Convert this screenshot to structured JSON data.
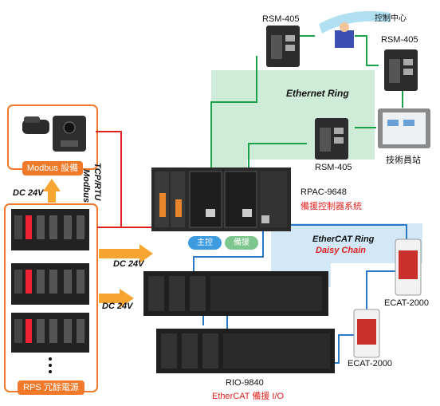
{
  "colors": {
    "orange": "#f07a2a",
    "ring_green": "#cdebd6",
    "ethercat_blue": "#cfe6f7",
    "green_line": "#1aa34a",
    "blue_line": "#2979c7",
    "red_line": "#e0201c"
  },
  "labels": {
    "control_center": "控制中心",
    "rsm_top_left": "RSM-405",
    "rsm_top_right": "RSM-405",
    "rsm_bottom": "RSM-405",
    "ethernet_ring": "Ethernet Ring",
    "operator_station": "技術員站",
    "rpac_model": "RPAC-9648",
    "rpac_desc": "備援控制器系統",
    "modbus_protocol_line1": "Modbus",
    "modbus_protocol_line2": "TCP/RTU",
    "modbus_devices": "Modbus 設備",
    "dc24v_left": "DC 24V",
    "dc24v_mid": "DC 24V",
    "dc24v_low": "DC 24V",
    "master": "主控",
    "backup": "備援",
    "ethercat_ring": "EtherCAT Ring",
    "daisy_chain": "Daisy Chain",
    "ecat_top": "ECAT-2000",
    "ecat_bottom": "ECAT-2000",
    "rio_model": "RIO-9840",
    "rio_desc": "EtherCAT 備援 I/O",
    "rps": "RPS 冗餘電源"
  }
}
